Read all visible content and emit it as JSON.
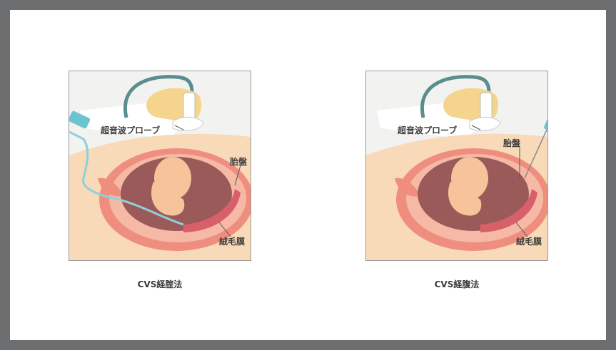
{
  "figures": [
    {
      "caption": "CVS経腟法",
      "labels": {
        "probe": "超音波プローブ",
        "placenta": "胎盤",
        "chorion": "絨毛膜"
      }
    },
    {
      "caption": "CVS経腹法",
      "labels": {
        "probe": "超音波プローブ",
        "placenta": "胎盤",
        "chorion": "絨毛膜"
      }
    }
  ],
  "colors": {
    "frame": "#6d6e70",
    "background": "#ffffff",
    "panel_sky": "#f2f2f0",
    "skin": "#f8d9b8",
    "uterus": "#ef8e7e",
    "uterus_inner": "#f6b9a6",
    "amniotic": "#9b5a5a",
    "fetus": "#f6c39a",
    "hand": "#f5d58e",
    "catheter": "#8fd0da",
    "syringe": "#6cc4cf"
  }
}
